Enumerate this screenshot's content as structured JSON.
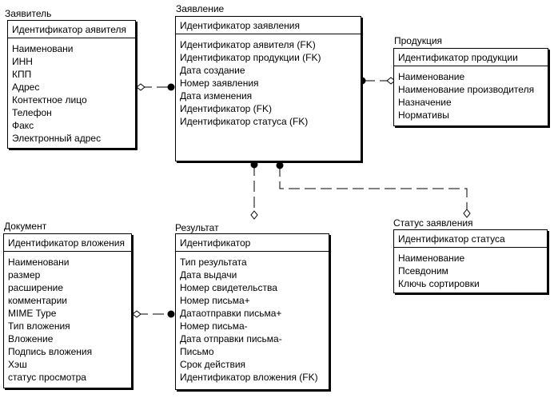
{
  "entities": {
    "zayavitel": {
      "title": "Заявитель",
      "pk": "Идентификатор аявителя",
      "attributes": [
        "Наименовани",
        "ИНН",
        "КПП",
        "Адрес",
        "Контектное лицо",
        "Телефон",
        "Факс",
        "Электронный адрес"
      ]
    },
    "zayavlenie": {
      "title": "Заявление",
      "pk": "Идентификатор заявления",
      "attributes": [
        "Идентификатор аявителя (FK)",
        "Идентификатор продукции (FK)",
        "Дата создание",
        "Номер заявления",
        "Дата изменения",
        "Идентификатор (FK)",
        "Идентификатор статуса (FK)"
      ]
    },
    "produktsiya": {
      "title": "Продукция",
      "pk": "Идентификатор продукции",
      "attributes": [
        "Наименование",
        "Наименование производителя",
        "Назначение",
        "Нормативы"
      ]
    },
    "dokument": {
      "title": "Документ",
      "pk": "Идентификатор вложения",
      "attributes": [
        "Наименовани",
        "размер",
        "расширение",
        "комментарии",
        "MIME Type",
        "Тип вложения",
        "Вложение",
        "Подпись вложения",
        "Хэш",
        "статус просмотра"
      ]
    },
    "rezultat": {
      "title": "Результат",
      "pk": "Идентификатор",
      "attributes": [
        "Тип результата",
        "Дата выдачи",
        "Номер свидетельства",
        "Номер письма+",
        "Датаотправки письма+",
        "Номер письма-",
        "Дата отправки письма-",
        "Письмо",
        "Срок действия",
        "Идентификатор вложения (FK)"
      ]
    },
    "status": {
      "title": "Статус заявления",
      "pk": "Идентификатор статуса",
      "attributes": [
        "Наименование",
        "Псевдоним",
        "Ключь сортировки"
      ]
    }
  }
}
